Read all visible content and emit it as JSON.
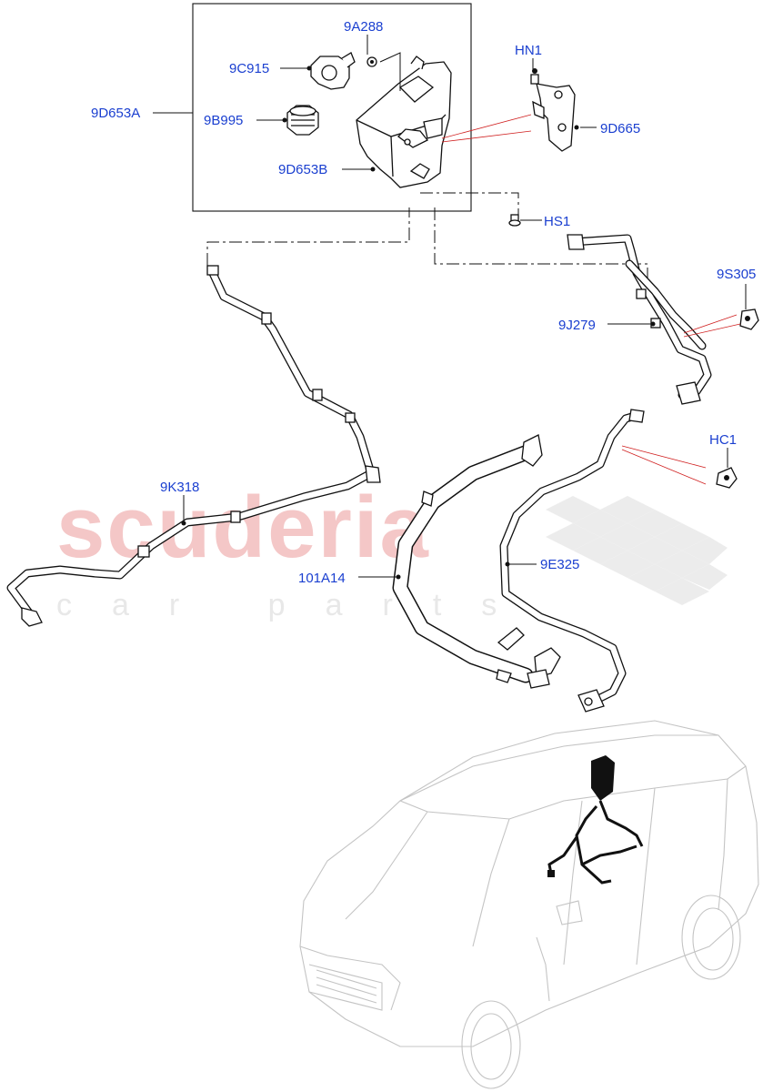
{
  "watermark": {
    "brand": "scuderia",
    "tagline": "car parts"
  },
  "callouts": {
    "c_9A288": "9A288",
    "c_9C915": "9C915",
    "c_9D653A": "9D653A",
    "c_9B995": "9B995",
    "c_9D653B": "9D653B",
    "c_HN1": "HN1",
    "c_9D665": "9D665",
    "c_HS1": "HS1",
    "c_9S305": "9S305",
    "c_9J279": "9J279",
    "c_HC1": "HC1",
    "c_9K318": "9K318",
    "c_101A14": "101A14",
    "c_9E325": "9E325"
  },
  "colors": {
    "label": "#1a3fd0",
    "leader": "#111111",
    "red_leader": "#d02020",
    "watermark_red": "#f4c7c7",
    "watermark_grey": "#e8e8e8",
    "car_outline": "#c4c4c4"
  }
}
